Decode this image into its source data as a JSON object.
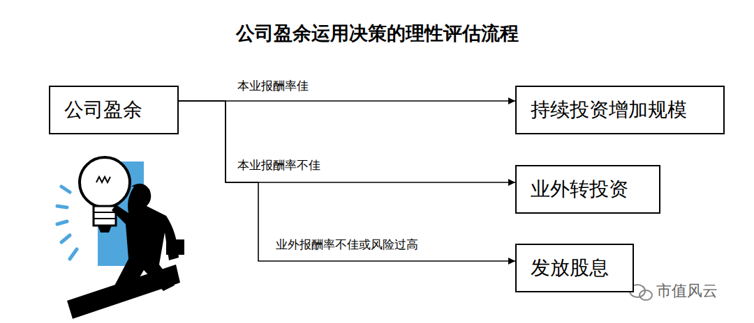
{
  "diagram": {
    "title": "公司盈余运用决策的理性评估流程",
    "nodes": [
      {
        "text": [
          "公司盈余"
        ]
      },
      {
        "text": [
          "持续投资增加规模"
        ]
      },
      {
        "text": [
          "业外转投资"
        ]
      },
      {
        "text": [
          "发放股息"
        ]
      }
    ],
    "edges": [
      {
        "from": 0,
        "to": 1,
        "label": "本业报酬率佳",
        "arrow": "to"
      },
      {
        "from": 0,
        "to": 2,
        "label": "本业报酬率不佳",
        "arrow": "to"
      },
      {
        "from": 0,
        "to": 3,
        "label": "业外报酬率不佳或风险过高",
        "arrow": "to"
      }
    ],
    "labels": [
      "市值风云"
    ]
  }
}
